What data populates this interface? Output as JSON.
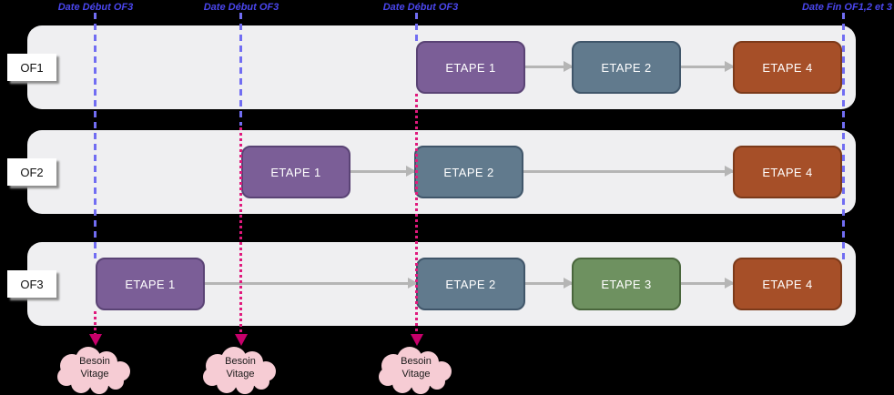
{
  "markers": {
    "start_labels": [
      {
        "label": "Date Début OF3"
      },
      {
        "label": "Date Début OF3"
      },
      {
        "label": "Date Début OF3"
      }
    ],
    "end_label": "Date Fin OF1,2 et 3",
    "colors": {
      "label_text": "#4a46ed",
      "start_line": "#716df2",
      "need_line": "#e01a7d",
      "need_arrowhead": "#c7006b"
    }
  },
  "lanes": [
    {
      "label": "OF1",
      "steps": [
        {
          "label": "ETAPE 1",
          "color": "#7b5e97"
        },
        {
          "label": "ETAPE 2",
          "color": "#617a8d"
        },
        {
          "label": "ETAPE 4",
          "color": "#a64f28"
        }
      ]
    },
    {
      "label": "OF2",
      "steps": [
        {
          "label": "ETAPE 1",
          "color": "#7b5e97"
        },
        {
          "label": "ETAPE 2",
          "color": "#617a8d"
        },
        {
          "label": "ETAPE 4",
          "color": "#a64f28"
        }
      ]
    },
    {
      "label": "OF3",
      "steps": [
        {
          "label": "ETAPE 1",
          "color": "#7b5e97"
        },
        {
          "label": "ETAPE 2",
          "color": "#617a8d"
        },
        {
          "label": "ETAPE 3",
          "color": "#6e9160"
        },
        {
          "label": "ETAPE 4",
          "color": "#a64f28"
        }
      ]
    }
  ],
  "clouds": [
    {
      "line1": "Besoin",
      "line2": "Vitage",
      "fill": "#f6ccd4"
    },
    {
      "line1": "Besoin",
      "line2": "Vitage",
      "fill": "#f6ccd4"
    },
    {
      "line1": "Besoin",
      "line2": "Vitage",
      "fill": "#f6ccd4"
    }
  ],
  "misc": {
    "lane_background": "#efeff1",
    "flow_arrow_color": "#b5b5b5",
    "page_background": "#000000"
  }
}
